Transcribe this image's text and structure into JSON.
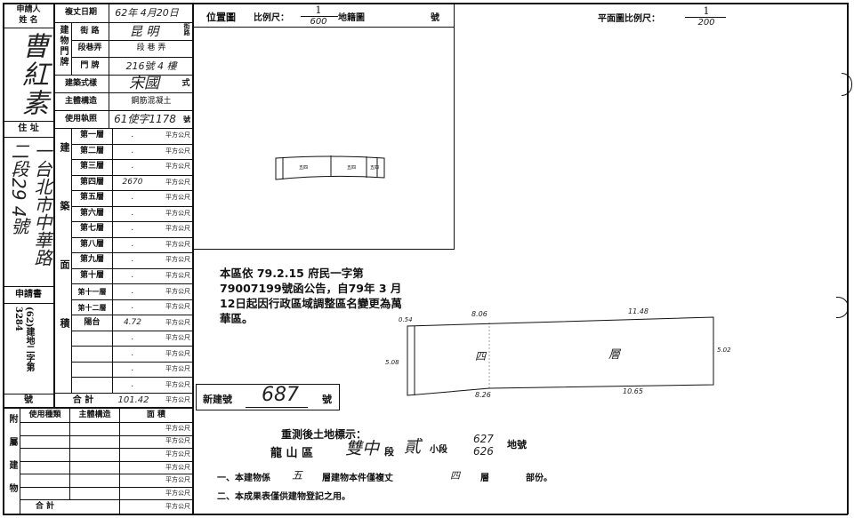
{
  "applicant": {
    "name_label_line1": "申請人",
    "name_label_line2": "姓  名",
    "name_value": "曹紅素",
    "address_label": "住 址",
    "address_value": "一台北市中華路二段29 4號",
    "applicant_label": "申請書",
    "application_no": "(62)建地二字第 3284",
    "application_suffix": "號"
  },
  "building_info": {
    "survey_date_label": "複丈日期",
    "survey_date_value": "62年 4月20日",
    "street_label": "街  路",
    "street_value": "昆  明",
    "street_suffix": "街路",
    "lane_label": "段巷弄",
    "lane_value": "段  巷  弄",
    "number_label": "門  牌",
    "number_value": "216號  4  樓",
    "plate_group_label": "建物門牌",
    "style_label": "建築式樣",
    "style_value": "宋國",
    "style_suffix": "式",
    "structure_label": "主體構造",
    "structure_value": "鋼筋混凝土",
    "license_label": "使用執照",
    "license_value": "61使字1178",
    "license_suffix": "號"
  },
  "floors": {
    "group_label": "建築面積",
    "unit": "平方公尺",
    "rows": [
      {
        "label": "第一層",
        "value": "."
      },
      {
        "label": "第二層",
        "value": "."
      },
      {
        "label": "第三層",
        "value": "."
      },
      {
        "label": "第四層",
        "value": "2670"
      },
      {
        "label": "第五層",
        "value": "."
      },
      {
        "label": "第六層",
        "value": "."
      },
      {
        "label": "第七層",
        "value": "."
      },
      {
        "label": "第八層",
        "value": "."
      },
      {
        "label": "第九層",
        "value": "."
      },
      {
        "label": "第十層",
        "value": "."
      },
      {
        "label": "第十一層",
        "value": "."
      },
      {
        "label": "第十二層",
        "value": "."
      },
      {
        "label": "陽台",
        "value": "4.72"
      },
      {
        "label": "",
        "value": "."
      },
      {
        "label": "",
        "value": "."
      },
      {
        "label": "",
        "value": "."
      },
      {
        "label": "",
        "value": "."
      }
    ],
    "total_label": "合    計",
    "total_value": "101.42"
  },
  "annex": {
    "group_label": "附屬建物",
    "col_use": "使用種類",
    "col_structure": "主體構造",
    "col_area": "面    積",
    "unit": "平方公尺",
    "total_label": "合  計"
  },
  "location_map": {
    "title": "位置圖",
    "scale_label": "比例尺：",
    "scale_num": "1",
    "scale_den": "600",
    "parcel_label": "地籍圖",
    "parcel_suffix": "號",
    "plan_labels": [
      "五\n四",
      "五\n四",
      "五\n四"
    ]
  },
  "notice": {
    "text": "本區依 79.2.15 府民一字第79007199號函公告，自79年 3 月12日起因行政區域調整區名變更為萬華區。"
  },
  "new_building_no": {
    "label": "新建號",
    "value": "687",
    "suffix": "號"
  },
  "floor_plan": {
    "title": "平面圖比例尺：",
    "scale_num": "1",
    "scale_den": "200",
    "dim_top_left": "8.06",
    "dim_top_right": "11.48",
    "dim_bottom_left": "8.26",
    "dim_bottom_right": "10.65",
    "dim_left": "5.08",
    "dim_right": "5.02",
    "dim_corner": "0.54",
    "label_left": "四",
    "label_right": "層"
  },
  "land": {
    "title": "重測後土地標示：",
    "line": "龍  山  區",
    "district_hand": "雙中",
    "section_label": "段",
    "section_hand": "貳",
    "subsection_label": "小段",
    "plot_hand_1": "627",
    "plot_hand_2": "626",
    "plot_suffix": "地號"
  },
  "notes": {
    "note1_prefix": "一、本建物係",
    "note1_floors": "五",
    "note1_mid": "層建物本件僅複丈",
    "note1_floor": "四",
    "note1_floor_suffix": "層",
    "note1_end": "部份。",
    "note2": "二、本成果表僅供建物登記之用。"
  }
}
